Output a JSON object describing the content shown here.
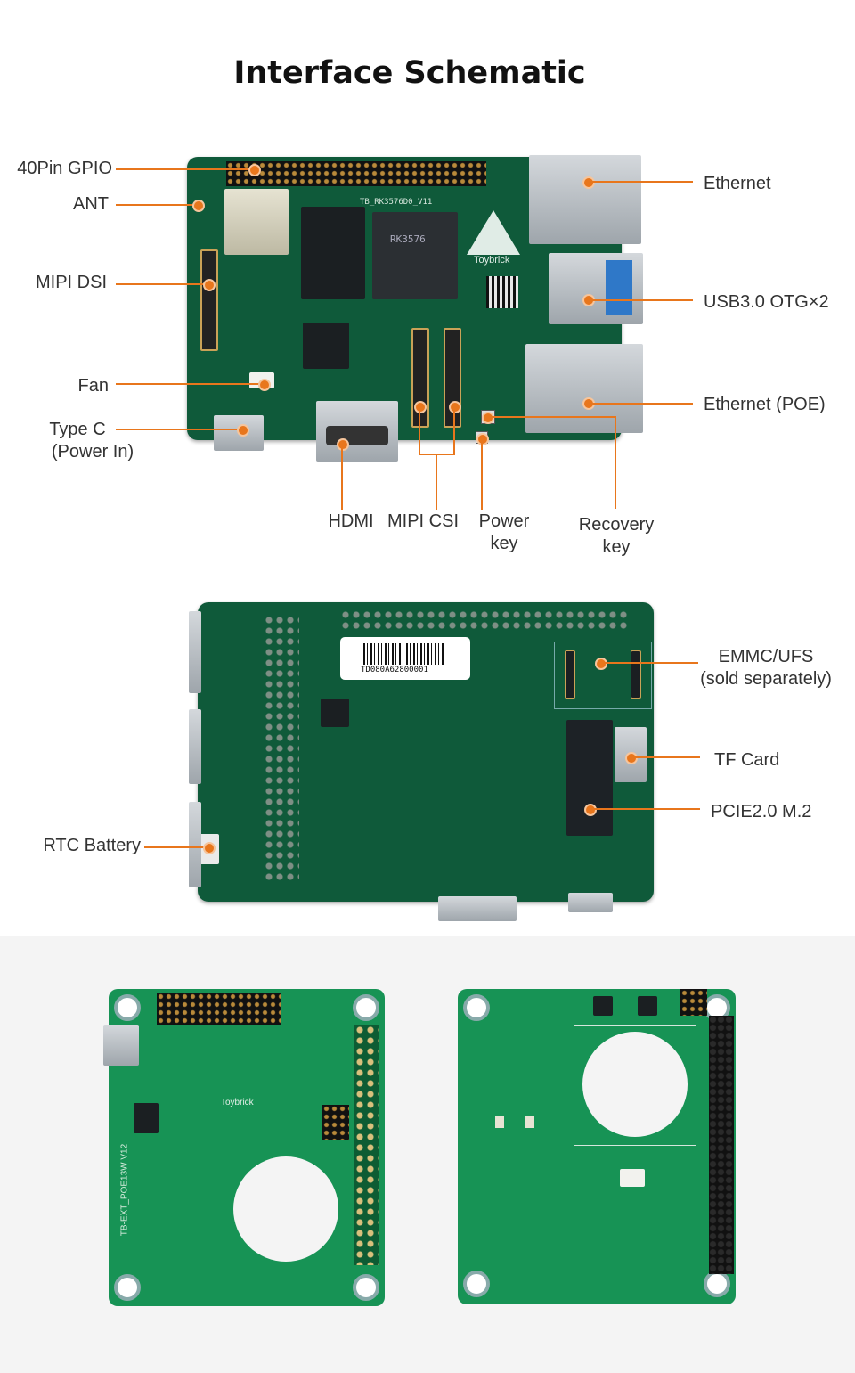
{
  "title": "Interface Schematic",
  "accent_color": "#e8761c",
  "board_color": "#0f5a3a",
  "top_board": {
    "silk_model": "TB_RK3576D0_V11",
    "silk_brand": "Toybrick",
    "soc_text": "RK3576",
    "labels": {
      "gpio": "40Pin GPIO",
      "ant": "ANT",
      "mipi_dsi": "MIPI DSI",
      "fan": "Fan",
      "type_c_1": "Type C",
      "type_c_2": "(Power In)",
      "ethernet": "Ethernet",
      "usb": "USB3.0 OTG×2",
      "ethernet_poe": "Ethernet (POE)",
      "hdmi": "HDMI",
      "mipi_csi": "MIPI CSI",
      "power_1": "Power",
      "power_2": "key",
      "recovery_1": "Recovery",
      "recovery_2": "key"
    }
  },
  "back_board": {
    "barcode_text": "TD080A62800001",
    "labels": {
      "emmc_1": "EMMC/UFS",
      "emmc_2": "(sold separately)",
      "tf": "TF Card",
      "pcie": "PCIE2.0 M.2",
      "rtc": "RTC Battery"
    }
  },
  "poe_boards": {
    "silk_left": "TB-EXT_POE13W V12",
    "silk_brand": "Toybrick"
  }
}
